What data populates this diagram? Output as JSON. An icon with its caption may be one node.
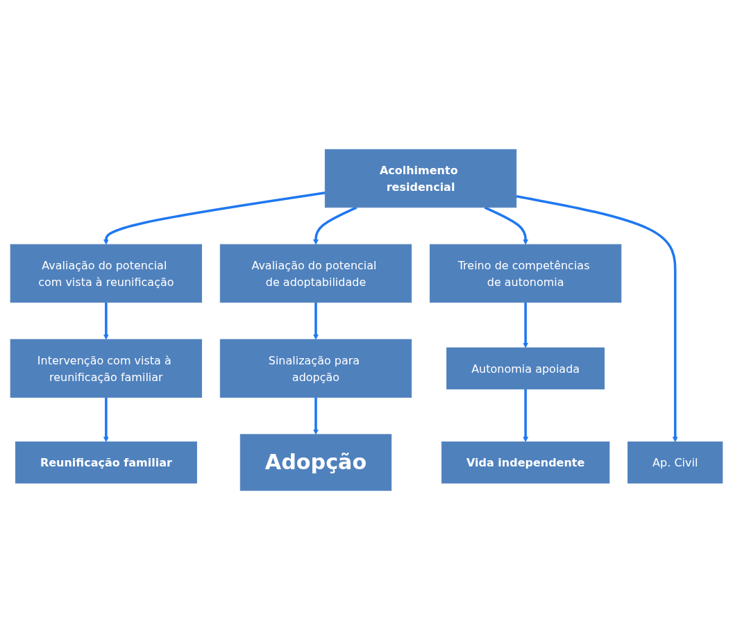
{
  "diagram": {
    "nodes": [
      {
        "text": [
          "Acolhimento residencial"
        ]
      },
      {
        "text": [
          "Avaliação do potencial com vista à reunificação"
        ]
      },
      {
        "text": [
          "Avaliação do potencial de adoptabilidade"
        ]
      },
      {
        "text": [
          "Treino de competências de autonomia"
        ]
      },
      {
        "text": [
          "Intervenção com vista à reunificação familiar"
        ]
      },
      {
        "text": [
          "Sinalização para adopção"
        ]
      },
      {
        "text": [
          "Autonomia apoiada"
        ]
      },
      {
        "text": [
          "Reunificação familiar"
        ]
      },
      {
        "text": [
          "Adopção"
        ]
      },
      {
        "text": [
          "Vida independente"
        ]
      },
      {
        "text": [
          "Ap. Civil"
        ]
      }
    ],
    "edges": [
      {
        "from": 0,
        "to": 1,
        "arrow": "to"
      },
      {
        "from": 0,
        "to": 2,
        "arrow": "to"
      },
      {
        "from": 0,
        "to": 3,
        "arrow": "to"
      },
      {
        "from": 0,
        "to": 10,
        "arrow": "to"
      },
      {
        "from": 1,
        "to": 4,
        "arrow": "to"
      },
      {
        "from": 2,
        "to": 5,
        "arrow": "to"
      },
      {
        "from": 3,
        "to": 6,
        "arrow": "to"
      },
      {
        "from": 4,
        "to": 7,
        "arrow": "to"
      },
      {
        "from": 5,
        "to": 8,
        "arrow": "to"
      },
      {
        "from": 6,
        "to": 9,
        "arrow": "to"
      }
    ]
  }
}
